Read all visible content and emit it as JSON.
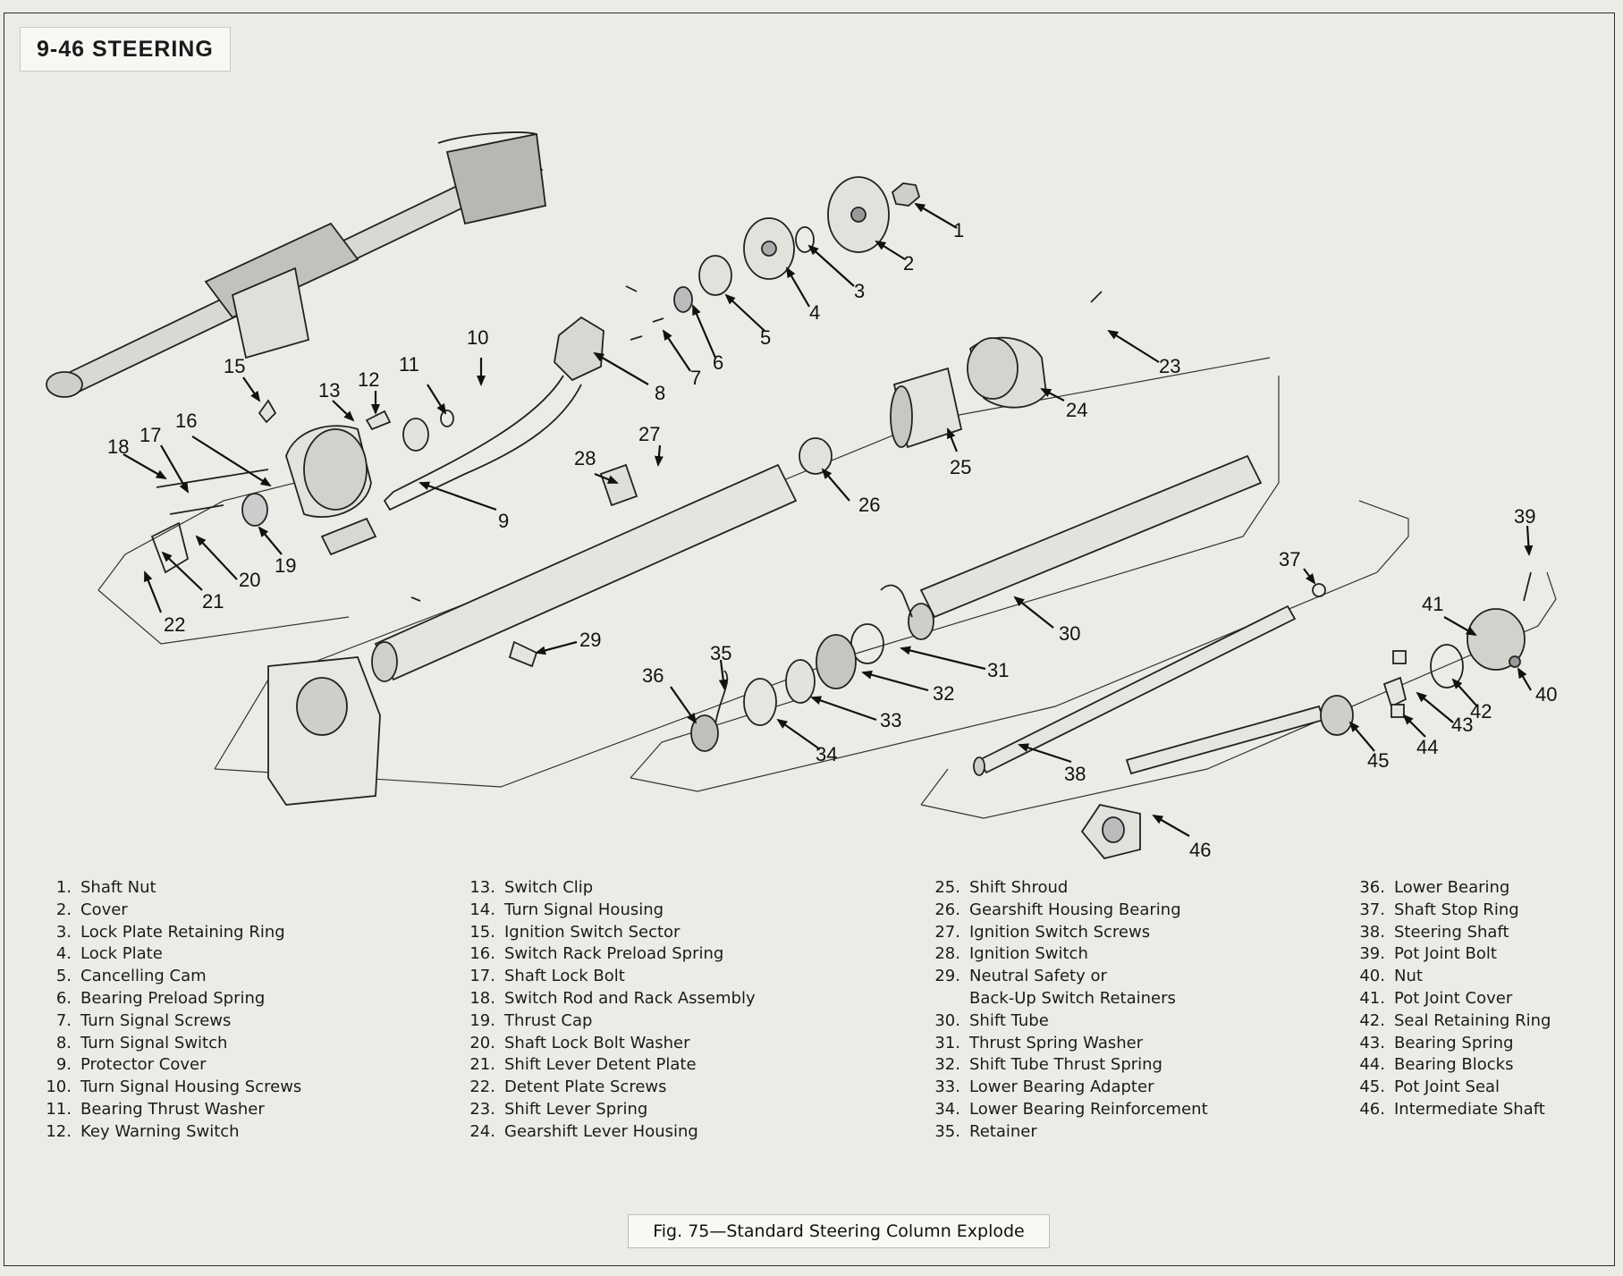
{
  "header": {
    "title": "9-46 STEERING"
  },
  "diagram": {
    "callouts": [
      "1",
      "2",
      "3",
      "4",
      "5",
      "6",
      "7",
      "8",
      "9",
      "10",
      "11",
      "12",
      "13",
      "15",
      "16",
      "17",
      "18",
      "19",
      "20",
      "21",
      "22",
      "23",
      "24",
      "25",
      "26",
      "27",
      "28",
      "29",
      "30",
      "31",
      "32",
      "33",
      "34",
      "35",
      "36",
      "37",
      "38",
      "39",
      "40",
      "41",
      "42",
      "43",
      "44",
      "45",
      "46"
    ]
  },
  "legend": {
    "col1": [
      {
        "num": "1.",
        "text": "Shaft Nut"
      },
      {
        "num": "2.",
        "text": "Cover"
      },
      {
        "num": "3.",
        "text": "Lock Plate Retaining Ring"
      },
      {
        "num": "4.",
        "text": "Lock Plate"
      },
      {
        "num": "5.",
        "text": "Cancelling Cam"
      },
      {
        "num": "6.",
        "text": "Bearing Preload Spring"
      },
      {
        "num": "7.",
        "text": "Turn Signal Screws"
      },
      {
        "num": "8.",
        "text": "Turn Signal Switch"
      },
      {
        "num": "9.",
        "text": "Protector Cover"
      },
      {
        "num": "10.",
        "text": "Turn Signal Housing Screws"
      },
      {
        "num": "11.",
        "text": "Bearing Thrust Washer"
      },
      {
        "num": "12.",
        "text": "Key Warning Switch"
      }
    ],
    "col2": [
      {
        "num": "13.",
        "text": "Switch Clip"
      },
      {
        "num": "14.",
        "text": "Turn Signal Housing"
      },
      {
        "num": "15.",
        "text": "Ignition Switch Sector"
      },
      {
        "num": "16.",
        "text": "Switch Rack Preload Spring"
      },
      {
        "num": "17.",
        "text": "Shaft Lock Bolt"
      },
      {
        "num": "18.",
        "text": "Switch Rod and Rack Assembly"
      },
      {
        "num": "19.",
        "text": "Thrust Cap"
      },
      {
        "num": "20.",
        "text": "Shaft Lock Bolt Washer"
      },
      {
        "num": "21.",
        "text": "Shift Lever Detent Plate"
      },
      {
        "num": "22.",
        "text": "Detent Plate Screws"
      },
      {
        "num": "23.",
        "text": "Shift Lever Spring"
      },
      {
        "num": "24.",
        "text": "Gearshift Lever Housing"
      }
    ],
    "col3": [
      {
        "num": "25.",
        "text": "Shift Shroud"
      },
      {
        "num": "26.",
        "text": "Gearshift Housing Bearing"
      },
      {
        "num": "27.",
        "text": "Ignition Switch Screws"
      },
      {
        "num": "28.",
        "text": "Ignition Switch"
      },
      {
        "num": "29.",
        "text": "Neutral Safety or"
      },
      {
        "num": "",
        "text": "Back-Up Switch Retainers"
      },
      {
        "num": "30.",
        "text": "Shift Tube"
      },
      {
        "num": "31.",
        "text": "Thrust Spring Washer"
      },
      {
        "num": "32.",
        "text": "Shift Tube Thrust Spring"
      },
      {
        "num": "33.",
        "text": "Lower Bearing Adapter"
      },
      {
        "num": "34.",
        "text": "Lower Bearing Reinforcement"
      },
      {
        "num": "35.",
        "text": "Retainer"
      }
    ],
    "col4": [
      {
        "num": "36.",
        "text": "Lower Bearing"
      },
      {
        "num": "37.",
        "text": "Shaft Stop Ring"
      },
      {
        "num": "38.",
        "text": "Steering Shaft"
      },
      {
        "num": "39.",
        "text": "Pot Joint Bolt"
      },
      {
        "num": "40.",
        "text": "Nut"
      },
      {
        "num": "41.",
        "text": "Pot Joint Cover"
      },
      {
        "num": "42.",
        "text": "Seal Retaining Ring"
      },
      {
        "num": "43.",
        "text": "Bearing Spring"
      },
      {
        "num": "44.",
        "text": "Bearing Blocks"
      },
      {
        "num": "45.",
        "text": "Pot Joint Seal"
      },
      {
        "num": "46.",
        "text": "Intermediate Shaft"
      }
    ]
  },
  "caption": {
    "text": "Fig. 75—Standard Steering Column Explode"
  }
}
